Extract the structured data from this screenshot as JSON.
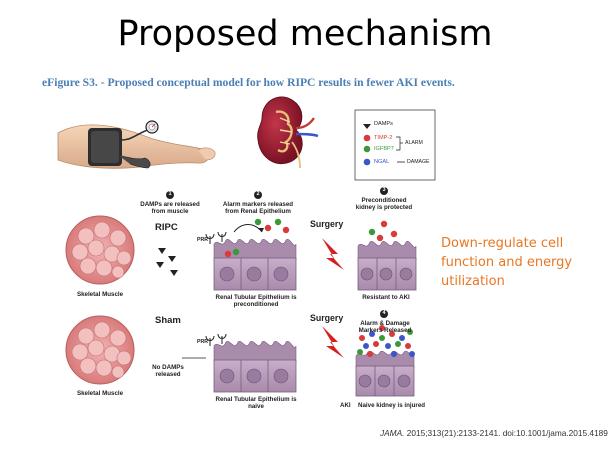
{
  "slide": {
    "title": "Proposed mechanism",
    "caption": "eFigure S3. - Proposed conceptual model for how RIPC results in fewer AKI events.",
    "note": "Down-regulate cell function and energy utilization",
    "citation_journal": "JAMA.",
    "citation_rest": " 2015;313(21):2133-2141. doi:10.1001/jama.2015.4189"
  },
  "legend": {
    "damps": "DAMPs",
    "timp2": "TIMP-2",
    "igfbp7": "IGFBP7",
    "ngal": "NGAL",
    "alarm": "ALARM",
    "damage": "DAMAGE"
  },
  "steps": {
    "step1_num": "1",
    "step1_text": "DAMPs are released from muscle",
    "step2_num": "2",
    "step2_text": "Alarm markers released from Renal Epithelium",
    "step3_num": "3",
    "step3_text": "Preconditioned kidney is protected",
    "step4_num": "4",
    "step4_text": "Alarm & Damage Markers Released"
  },
  "diagram": {
    "ripc": "RIPC",
    "sham": "Sham",
    "surgery_top": "Surgery",
    "surgery_bottom": "Surgery",
    "prr_top": "PRR",
    "prr_bottom": "PRR",
    "skeletal_muscle_top": "Skeletal Muscle",
    "skeletal_muscle_bottom": "Skeletal Muscle",
    "renal_top": "Renal Tubular Epithelium is preconditioned",
    "renal_bottom": "Renal Tubular Epithelium is naive",
    "resistant": "Resistant to AKI",
    "no_damps": "No DAMPs released",
    "aki": "AKI",
    "naive_injured": "Naive kidney is injured"
  },
  "colors": {
    "caption": "#4a7fb5",
    "note": "#e87722",
    "muscle": "#e69595",
    "epithelium": "#b59ab8",
    "nucleus": "#9a7ba0",
    "timp2": "#d93a3a",
    "igfbp7": "#3a9a3a",
    "ngal": "#3a56c8",
    "lightning": "#d62020"
  }
}
